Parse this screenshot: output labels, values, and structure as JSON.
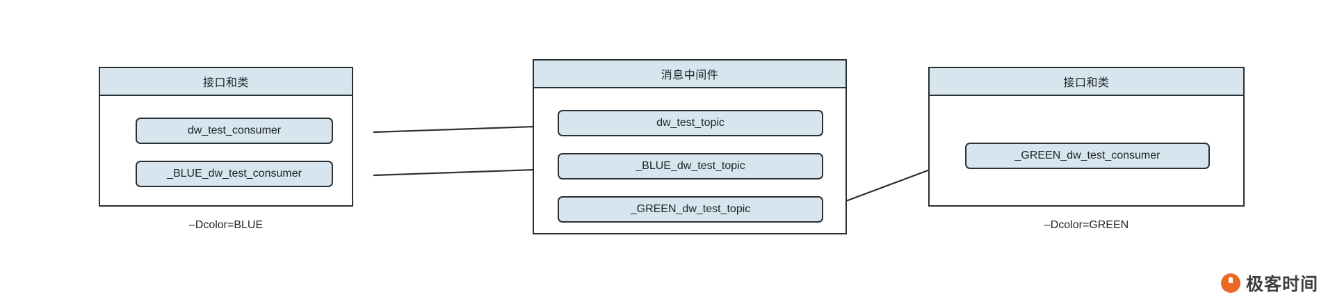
{
  "diagram": {
    "background": "#ffffff",
    "box_fill": "#d6e5ee",
    "stroke": "#2a2f33",
    "groups": [
      {
        "id": "blue",
        "title": "接口和类",
        "caption": "–Dcolor=BLUE",
        "nodes": [
          {
            "label": "dw_test_consumer"
          },
          {
            "label": "_BLUE_dw_test_consumer"
          }
        ]
      },
      {
        "id": "mq",
        "title": "消息中间件",
        "caption": "",
        "nodes": [
          {
            "label": "dw_test_topic"
          },
          {
            "label": "_BLUE_dw_test_topic"
          },
          {
            "label": "_GREEN_dw_test_topic"
          }
        ]
      },
      {
        "id": "green",
        "title": "接口和类",
        "caption": "–Dcolor=GREEN",
        "nodes": [
          {
            "label": "_GREEN_dw_test_consumer"
          }
        ]
      }
    ],
    "connections": [
      {
        "from": "dw_test_consumer",
        "to": "dw_test_topic",
        "direction": "right"
      },
      {
        "from": "_BLUE_dw_test_consumer",
        "to": "_BLUE_dw_test_topic",
        "direction": "right"
      },
      {
        "from": "_GREEN_dw_test_consumer",
        "to": "_GREEN_dw_test_topic",
        "direction": "left"
      }
    ]
  },
  "watermark": {
    "text": "极客时间",
    "logo_color": "#ea6a25",
    "icon": "geektime-logo-icon"
  }
}
